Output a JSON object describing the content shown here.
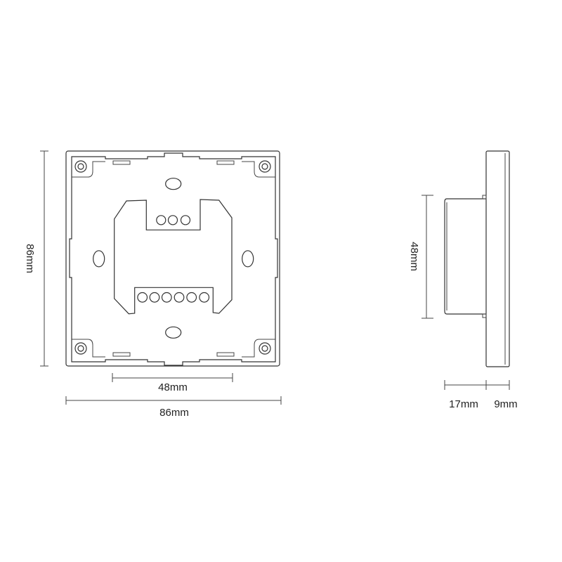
{
  "front_view": {
    "width_label": "86mm",
    "height_label": "86mm",
    "inner_width_label": "48mm"
  },
  "side_view": {
    "box_height_label": "48mm",
    "box_depth_label": "17mm",
    "plate_depth_label": "9mm"
  },
  "colors": {
    "line": "#333333",
    "background": "#ffffff"
  }
}
